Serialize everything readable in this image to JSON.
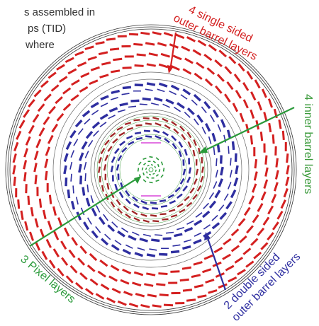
{
  "corner_text": {
    "line1": "s assembled in",
    "line2": "ps (TID)",
    "line3": "where"
  },
  "labels": {
    "outer_single": {
      "line1": "4 single sided",
      "line2": "outer barrel layers"
    },
    "inner_barrel": "4 inner barrel layers",
    "pixel": "3 Pixel layers",
    "outer_double": {
      "line1": "2 double sided",
      "line2": "outer barrel layers"
    }
  },
  "colors": {
    "outer_single": "#d42020",
    "inner_barrel": "#3a9a3a",
    "pixel": "#2a9a3a",
    "outer_double": "#2e2ea0",
    "outline": "#333333"
  },
  "layers": {
    "pixel_count": 3,
    "inner_barrel_count": 4,
    "outer_double_count": 2,
    "outer_single_count": 4
  }
}
